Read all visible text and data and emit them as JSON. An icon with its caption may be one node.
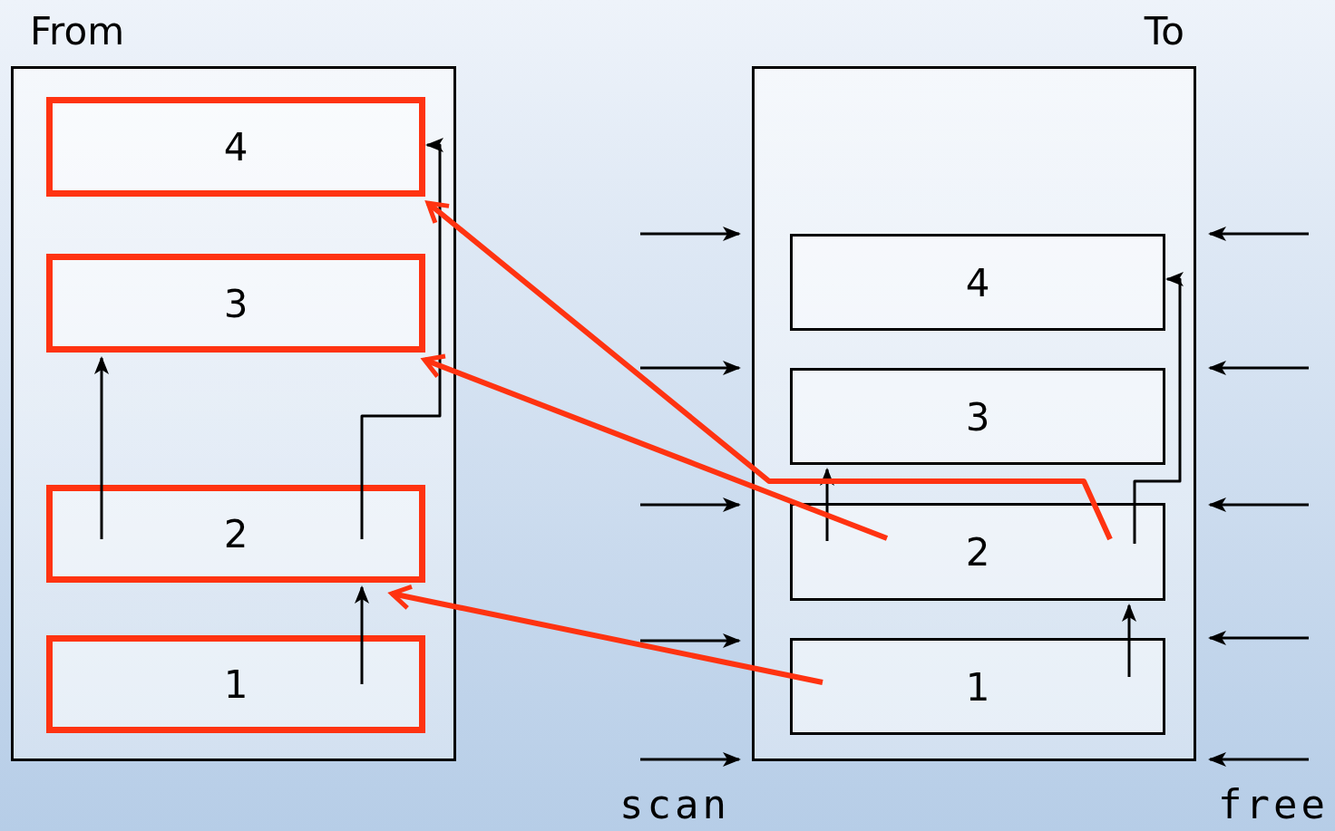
{
  "diagram": {
    "nodes": [
      {
        "text": [
          "From"
        ]
      },
      {
        "text": [
          "4"
        ],
        "in": 0
      },
      {
        "text": [
          "3"
        ],
        "in": 0
      },
      {
        "text": [
          "2"
        ],
        "in": 0
      },
      {
        "text": [
          "1"
        ],
        "in": 0
      },
      {
        "text": [
          "To"
        ]
      },
      {
        "text": [
          "4"
        ],
        "in": 5
      },
      {
        "text": [
          "3"
        ],
        "in": 5
      },
      {
        "text": [
          "2"
        ],
        "in": 5
      },
      {
        "text": [
          "1"
        ],
        "in": 5
      }
    ],
    "edges": [
      {
        "from": 3,
        "to": 2,
        "arrow": "to"
      },
      {
        "from": 3,
        "to": 1,
        "arrow": "to"
      },
      {
        "from": 4,
        "to": 3,
        "arrow": "to"
      },
      {
        "from": 8,
        "to": 7,
        "arrow": "to"
      },
      {
        "from": 8,
        "to": 6,
        "arrow": "to"
      },
      {
        "from": 9,
        "to": 8,
        "arrow": "to"
      },
      {
        "from": 9,
        "to": 3,
        "arrow": "to",
        "style": "thick",
        "color": "#ff3311"
      },
      {
        "from": 8,
        "to": 2,
        "arrow": "to",
        "style": "thick",
        "color": "#ff3311"
      },
      {
        "from": 8,
        "to": 1,
        "arrow": "to",
        "style": "thick",
        "color": "#ff3311"
      },
      {
        "from": null,
        "to": 5,
        "arrow": "to"
      },
      {
        "from": null,
        "to": 5,
        "arrow": "to"
      },
      {
        "from": null,
        "to": 5,
        "arrow": "to"
      },
      {
        "from": null,
        "to": 5,
        "arrow": "to"
      },
      {
        "from": null,
        "to": 5,
        "arrow": "to"
      },
      {
        "from": null,
        "to": 5,
        "arrow": "to"
      },
      {
        "from": null,
        "to": 5,
        "arrow": "to"
      },
      {
        "from": null,
        "to": 5,
        "arrow": "to"
      },
      {
        "from": null,
        "to": 5,
        "arrow": "to"
      },
      {
        "from": null,
        "to": 5,
        "arrow": "to"
      }
    ],
    "labels": [
      "scan",
      "free"
    ]
  }
}
